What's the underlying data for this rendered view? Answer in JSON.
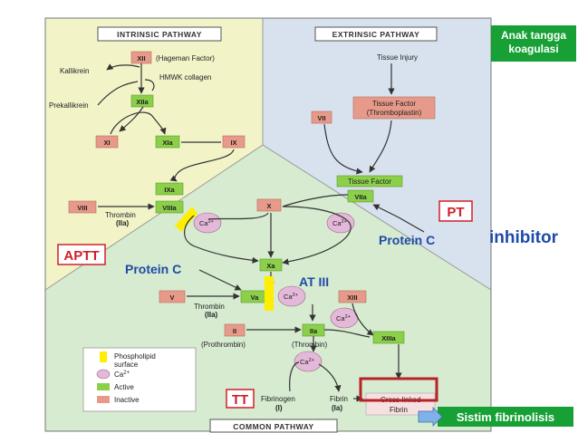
{
  "headers": {
    "intrinsic": "INTRINSIC PATHWAY",
    "extrinsic": "EXTRINSIC PATHWAY",
    "common": "COMMON PATHWAY"
  },
  "factors": {
    "xii": "XII",
    "hageman": "(Hageman Factor)",
    "kallikrein": "Kallikrein",
    "hmwk": "HMWK collagen",
    "xiia": "XIIa",
    "prekallikrein": "Prekallikrein",
    "xi": "XI",
    "xia": "XIa",
    "ix": "IX",
    "ixa": "IXa",
    "viii": "VIII",
    "viiia": "VIIIa",
    "thrombin": "Thrombin",
    "iia": "(IIa)",
    "x": "X",
    "xa": "Xa",
    "v": "V",
    "va": "Va",
    "thrombin2": "Thrombin",
    "iia2": "(IIa)",
    "ii": "II",
    "prothrombin": "(Prothrombin)",
    "iia3": "IIa",
    "thrombin3": "(Thrombin)",
    "xiii": "XIII",
    "xiiia": "XIIIa",
    "fibrinogen": "Fibrinogen",
    "fib_i": "(I)",
    "fibrin": "Fibrin",
    "fib_ia": "(Ia)",
    "crosslinked": "Cross-linked",
    "fibrin2": "Fibrin",
    "tissue_injury": "Tissue Injury",
    "tissue_factor": "Tissue Factor",
    "thromboplastin": "(Thromboplastin)",
    "vii": "VII",
    "tissue_factor2": "Tissue Factor",
    "viia": "VIIa",
    "ca": "Ca",
    "ca_sup": "2+"
  },
  "tests": {
    "aptt": "APTT",
    "pt": "PT",
    "tt": "TT"
  },
  "inhibitors": {
    "protein_c_right": "Protein C",
    "protein_c_left": "Protein C",
    "at3": "AT III",
    "inhibitor": "inhibitor"
  },
  "legend": {
    "phospholipid": "Phospholipid",
    "surface": "surface",
    "ca": "Ca",
    "ca_sup": "2+",
    "active": "Active",
    "inactive": "Inactive"
  },
  "callouts": {
    "anak_line1": "Anak tangga",
    "anak_line2": "koagulasi",
    "fibrinolisis": "Sistim fibrinolisis"
  },
  "colors": {
    "intrinsic_bg": "#f2f4c8",
    "extrinsic_bg": "#d8e2ee",
    "common_bg": "#d6ebcf",
    "active": "#8ccf4a",
    "inactive": "#e89a8a",
    "calcium": "#e4b8d8",
    "phospholipid": "#ffee00",
    "test_red": "#d0202a",
    "inhibitor_blue": "#1f4aa8",
    "callout_green": "#17a035"
  }
}
